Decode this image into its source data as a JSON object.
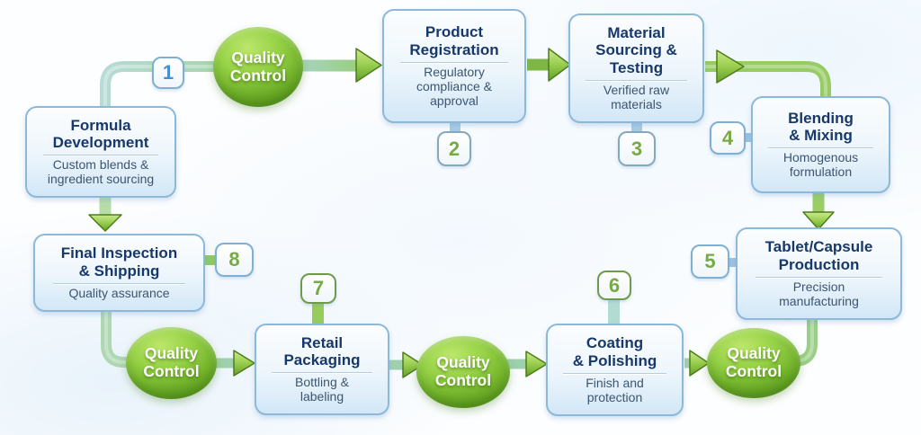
{
  "diagram": {
    "qc_label": "Quality\nControl",
    "steps": [
      {
        "num": "1",
        "title": "Formula\nDevelopment",
        "subtitle": "Custom blends &\ningredient sourcing"
      },
      {
        "num": "2",
        "title": "Product\nRegistration",
        "subtitle": "Regulatory\ncompliance &\napproval"
      },
      {
        "num": "3",
        "title": "Material\nSourcing &\nTesting",
        "subtitle": "Verified raw\nmaterials"
      },
      {
        "num": "4",
        "title": "Blending\n& Mixing",
        "subtitle": "Homogenous\nformulation"
      },
      {
        "num": "5",
        "title": "Tablet/Capsule\nProduction",
        "subtitle": "Precision\nmanufacturing"
      },
      {
        "num": "6",
        "title": "Coating\n& Polishing",
        "subtitle": "Finish and\nprotection"
      },
      {
        "num": "7",
        "title": "Retail\nPackaging",
        "subtitle": "Bottling &\nlabeling"
      },
      {
        "num": "8",
        "title": "Final Inspection\n& Shipping",
        "subtitle": "Quality assurance"
      }
    ],
    "colors": {
      "box_border": "#8cb8da",
      "box_fill_top": "#fbfdfe",
      "box_fill_bottom": "#d2e7f7",
      "title_text": "#17386b",
      "subtitle_text": "#3c5570",
      "qc_oval_green": "#77b72f",
      "arrow_green": "#9ed153",
      "arrow_outline": "#4e7c1c",
      "pipe_teal": "#a9d6c9",
      "pipe_green": "#97cb63",
      "badge_green_number": "#76ab44",
      "badge_blue_number": "#4b8ec9"
    }
  }
}
